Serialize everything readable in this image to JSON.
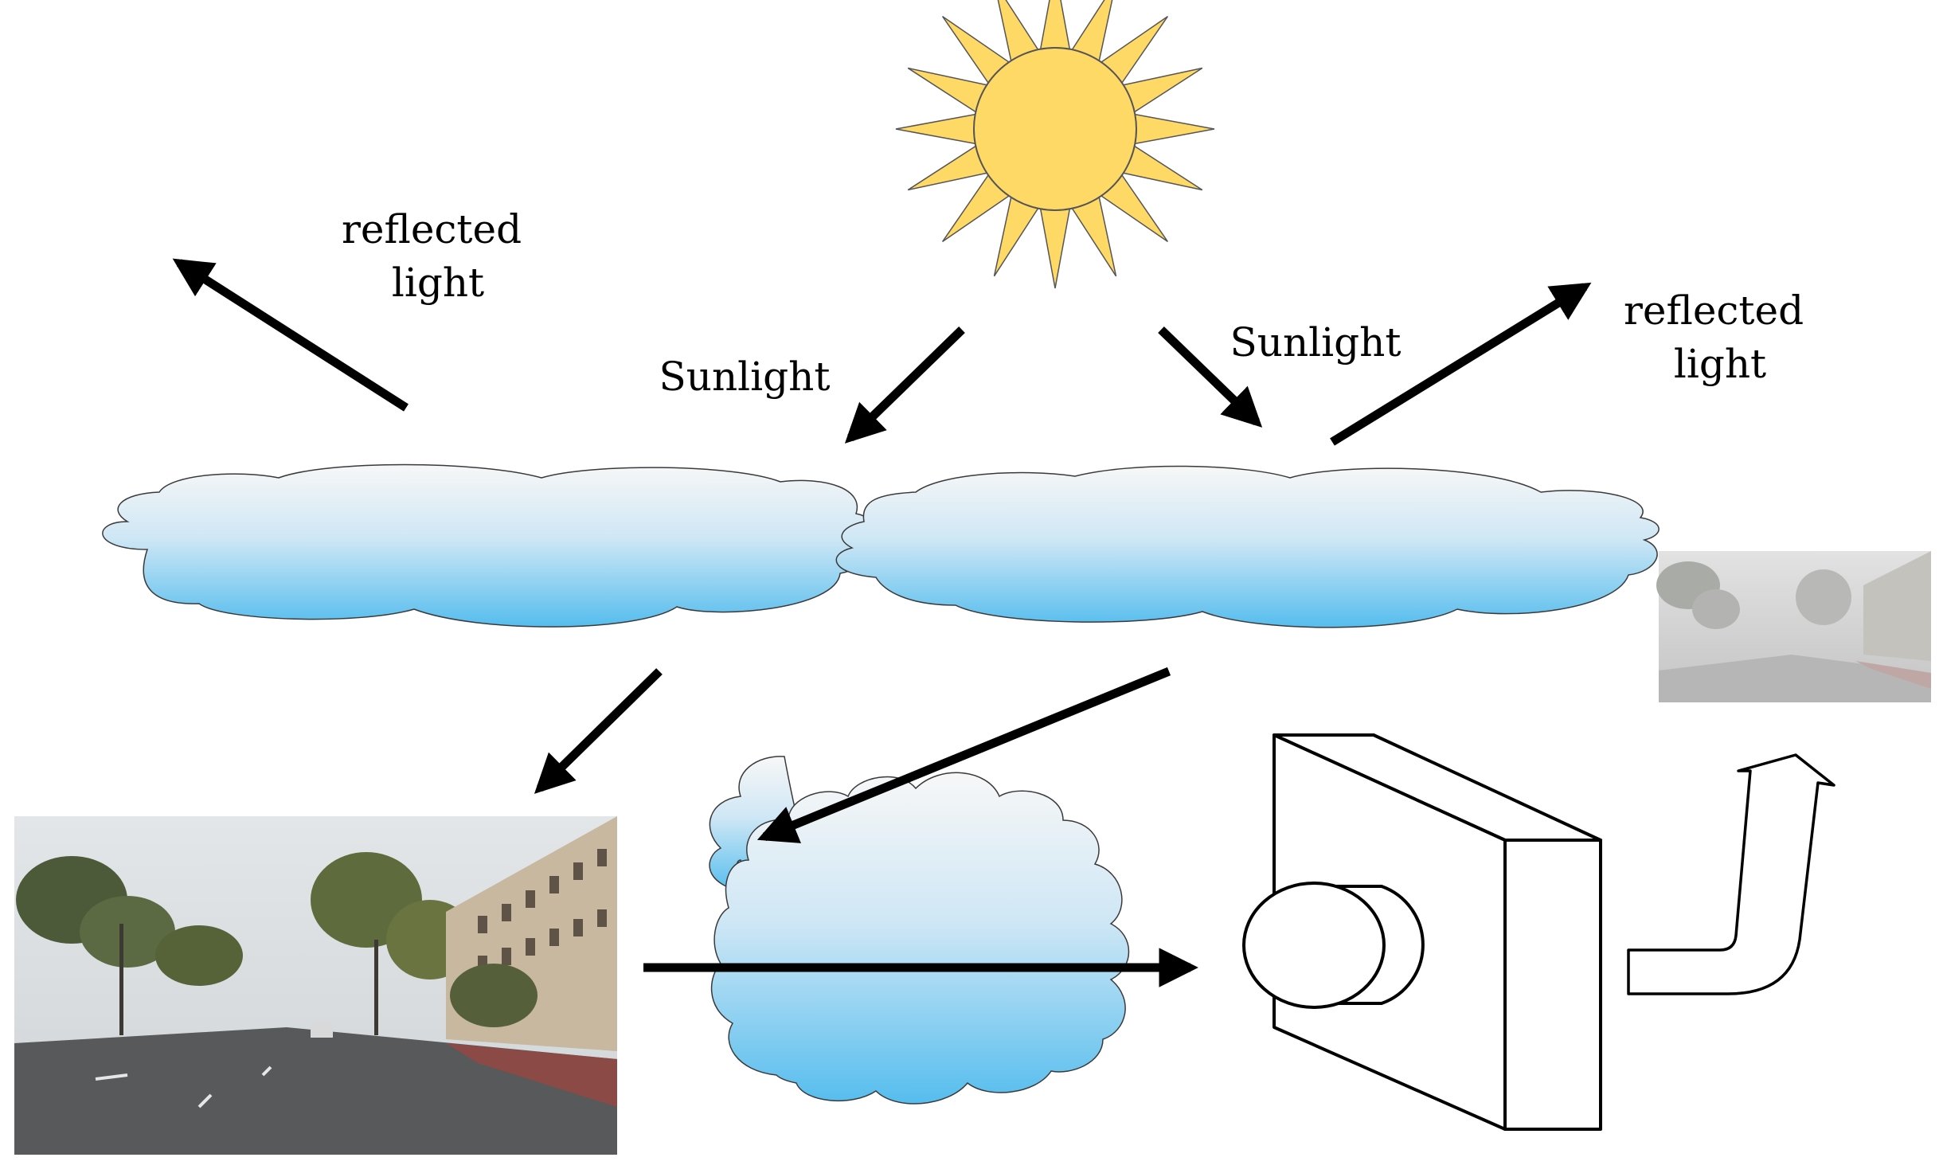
{
  "labels": {
    "reflected_left": [
      "reflected",
      "light"
    ],
    "reflected_right": [
      "reflected",
      "light"
    ],
    "sunlight_left": "Sunlight",
    "sunlight_right": "Sunlight"
  },
  "colors": {
    "sun_fill": "#FFD966",
    "sun_stroke": "#555555",
    "cloud_top": "#F7F7F7",
    "cloud_bottom": "#55BDEE",
    "arrow": "#000000"
  },
  "icons": {
    "sun": "sun-icon",
    "camera": "camera-icon",
    "clear_scene": "street-scene-clear-photo",
    "hazy_scene": "street-scene-hazy-photo",
    "output_arrow": "hollow-up-arrow-icon"
  }
}
